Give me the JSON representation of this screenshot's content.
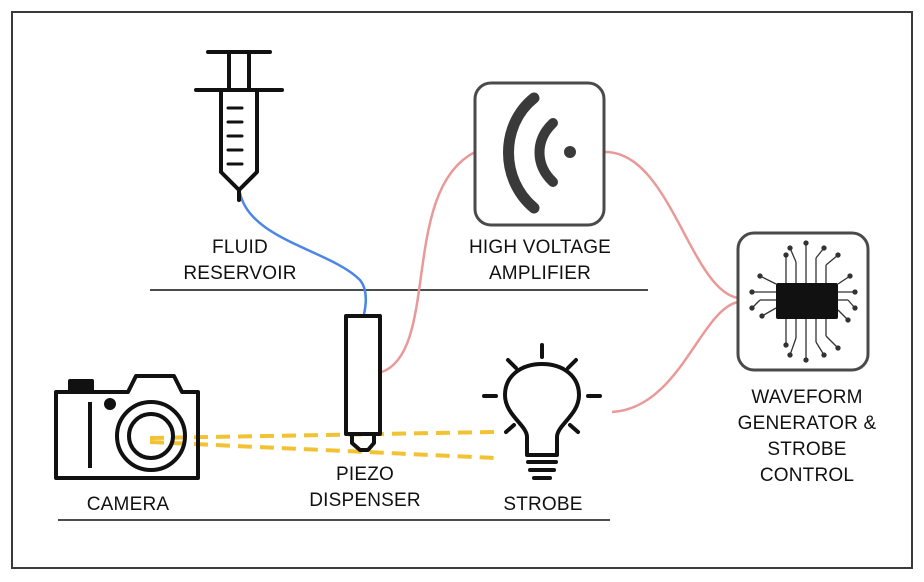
{
  "labels": {
    "fluid_reservoir": [
      "FLUID",
      "RESERVOIR"
    ],
    "amplifier": [
      "HIGH VOLTAGE",
      "AMPLIFIER"
    ],
    "waveform": [
      "WAVEFORM",
      "GENERATOR &",
      "STROBE",
      "CONTROL"
    ],
    "camera": "CAMERA",
    "piezo": [
      "PIEZO",
      "DISPENSER"
    ],
    "strobe": "STROBE"
  },
  "colors": {
    "frame": "#3a3a3a",
    "icon_stroke": "#111111",
    "fluid_line": "#4a86e8",
    "signal_line": "#ea9999",
    "light_path": "#f1c232",
    "box_border": "#4a4a4a"
  },
  "icons": {
    "syringe": "syringe-icon",
    "signal": "signal-waves-icon",
    "chip": "microchip-icon",
    "camera": "camera-icon",
    "bulb": "lightbulb-icon",
    "dispenser": "piezo-dispenser-icon"
  }
}
